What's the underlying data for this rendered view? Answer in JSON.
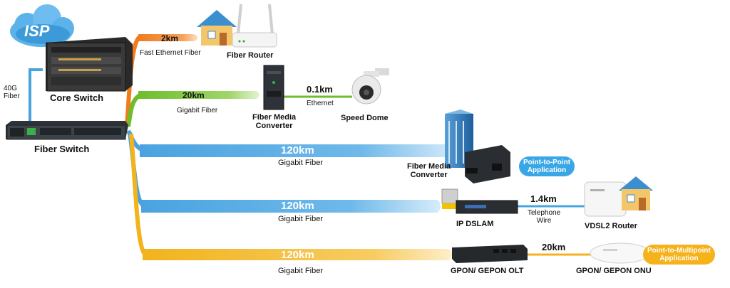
{
  "isp": {
    "label": "ISP"
  },
  "core_switch": {
    "label": "Core Switch",
    "uplink_label": "40G\nFiber"
  },
  "fiber_switch": {
    "label": "Fiber Switch"
  },
  "links": [
    {
      "distance": "2km",
      "media": "Fast Ethernet Fiber",
      "color": "#f07c1e"
    },
    {
      "distance": "20km",
      "media": "Gigabit Fiber",
      "color": "#6fbd2b"
    },
    {
      "distance": "120km",
      "media": "Gigabit Fiber",
      "color": "#4aa3e0"
    },
    {
      "distance": "120km",
      "media": "Gigabit Fiber",
      "color": "#4aa3e0"
    },
    {
      "distance": "120km",
      "media": "Gigabit Fiber",
      "color": "#f2b31c"
    }
  ],
  "devices": {
    "fiber_router": "Fiber Router",
    "fiber_media_converter_1": "Fiber Media\nConverter",
    "speed_dome": "Speed Dome",
    "fiber_media_converter_2": "Fiber Media\nConverter",
    "ip_dslam": "IP DSLAM",
    "vdsl2_router": "VDSL2 Router",
    "gpon_olt": "GPON/ GEPON OLT",
    "gpon_onu": "GPON/ GEPON ONU"
  },
  "secondary_links": {
    "ethernet": {
      "distance": "0.1km",
      "media": "Ethernet"
    },
    "telephone": {
      "distance": "1.4km",
      "media": "Telephone\nWire"
    },
    "pon": {
      "distance": "20km"
    }
  },
  "badges": {
    "point_to_point": "Point-to-Point\nApplication",
    "point_to_multipoint": "Point-to-Multipoint\nApplication"
  },
  "colors": {
    "orange": "#f07c1e",
    "green": "#6fbd2b",
    "blue": "#4aa3e0",
    "yellow": "#f2b31c",
    "badge_blue": "#39a7e6",
    "badge_yellow": "#f5b21a"
  }
}
